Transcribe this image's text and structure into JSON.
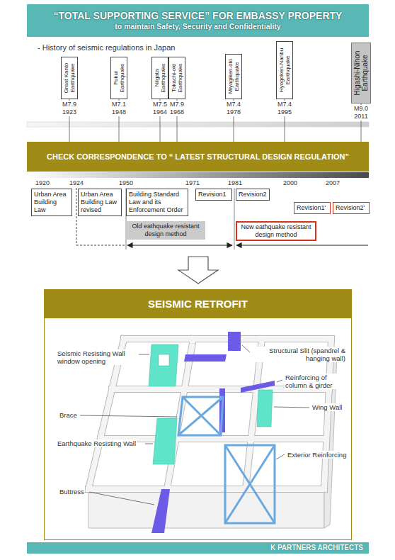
{
  "diagram": {
    "nodes": [
      {
        "text": [
          "“TOTAL SUPPORTING SERVICE” FOR EMBASSY PROPERTY",
          "to maintain Safety, Security and Confidentiality"
        ]
      },
      {
        "text": [
          "Great Kanto Earthquake"
        ]
      },
      {
        "text": [
          "Fukui Earthquake"
        ]
      },
      {
        "text": [
          "Niigata Earthquake"
        ]
      },
      {
        "text": [
          "Tokachi-oki Earthquake"
        ]
      },
      {
        "text": [
          "Miyagiken-oki Earthquake"
        ]
      },
      {
        "text": [
          "Hyogoken-Nanbu Earthquake"
        ]
      },
      {
        "text": [
          "Higashi-Nihon Earthquake"
        ]
      },
      {
        "text": [
          "CHECK CORRESPONDENCE TO “ LATEST STRUCTURAL DESIGN REGULATION”"
        ]
      },
      {
        "text": [
          "Urban Area Building Law"
        ]
      },
      {
        "text": [
          "Urban Area Building Law revised"
        ]
      },
      {
        "text": [
          "Building Standard Law and its Enforcement Order"
        ]
      },
      {
        "text": [
          "Revision1"
        ]
      },
      {
        "text": [
          "Revision2"
        ]
      },
      {
        "text": [
          "Revision1'"
        ]
      },
      {
        "text": [
          "Revision2'"
        ]
      },
      {
        "text": [
          "Old eathquake resistant design method"
        ]
      },
      {
        "text": [
          "New eathquake resistant design method"
        ]
      },
      {
        "text": [
          "SEISMIC RETROFIT"
        ]
      },
      {
        "text": [
          "K PARTNERS ARCHITECTS"
        ]
      }
    ],
    "edges": [
      {
        "from": 1,
        "to": 8,
        "arrow": "none"
      },
      {
        "from": 2,
        "to": 8,
        "arrow": "none"
      },
      {
        "from": 3,
        "to": 8,
        "arrow": "none"
      },
      {
        "from": 4,
        "to": 8,
        "arrow": "none"
      },
      {
        "from": 5,
        "to": 8,
        "arrow": "none"
      },
      {
        "from": 6,
        "to": 8,
        "arrow": "none"
      },
      {
        "from": 7,
        "to": 8,
        "arrow": "none"
      }
    ],
    "labels": [
      "- History of seismic regulations in Japan",
      "M7.9",
      "1923",
      "M7.1",
      "1948",
      "M7.5",
      "1964",
      "M7.9",
      "1968",
      "M7.4",
      "1978",
      "M7.4",
      "1995",
      "M9.0",
      "2011",
      "1920",
      "1924",
      "1950",
      "1971",
      "1981",
      "2000",
      "2007",
      "Seismic Resisting Wall window opening",
      "Structural Slit (spandrel & hanging wall)",
      "Reinforcing of column & girder",
      "Wing Wall",
      "Brace",
      "Earthquake Resisting Wall",
      "Exterior Reinforcing",
      "Buttress"
    ]
  }
}
